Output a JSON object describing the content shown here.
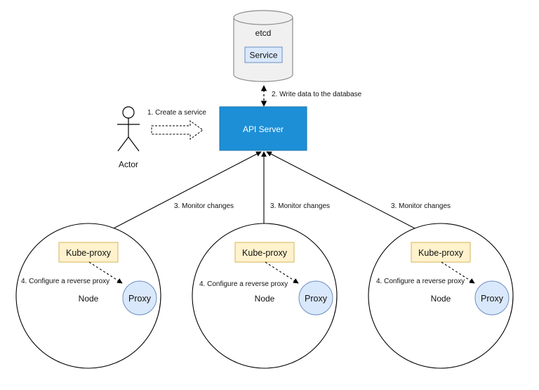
{
  "etcd": {
    "label": "etcd",
    "service_label": "Service"
  },
  "api_server": {
    "label": "API Server"
  },
  "actor": {
    "label": "Actor"
  },
  "steps": {
    "create_service": "1. Create a service",
    "write_data": "2. Write data to the database",
    "monitor_changes": "3. Monitor changes",
    "configure_proxy": "4. Configure a reverse proxy"
  },
  "nodes": [
    {
      "label": "Node",
      "kube_proxy_label": "Kube-proxy",
      "proxy_label": "Proxy"
    },
    {
      "label": "Node",
      "kube_proxy_label": "Kube-proxy",
      "proxy_label": "Proxy"
    },
    {
      "label": "Node",
      "kube_proxy_label": "Kube-proxy",
      "proxy_label": "Proxy"
    }
  ],
  "colors": {
    "api_server_fill": "#1d8fd6",
    "api_server_stroke": "#1b74b0",
    "kube_proxy_fill": "#fff2cc",
    "kube_proxy_stroke": "#d6b656",
    "proxy_fill": "#dae8fc",
    "proxy_stroke": "#6c8ebf",
    "etcd_fill": "#f0f0f0",
    "etcd_stroke": "#8c8c8c",
    "service_fill": "#dae8fc",
    "service_stroke": "#6c8ebf"
  }
}
